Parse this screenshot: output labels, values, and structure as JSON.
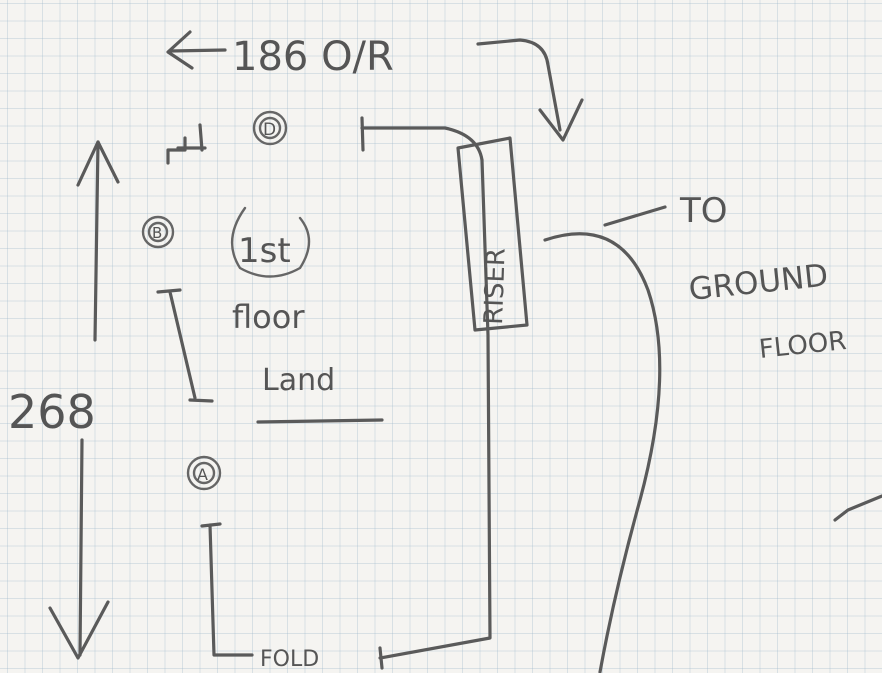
{
  "dimensions": {
    "width_label": "186 O/R",
    "height_label": "268"
  },
  "units": [
    {
      "id": "D",
      "label": "D"
    },
    {
      "id": "B",
      "label": "B"
    },
    {
      "id": "A",
      "label": "A"
    }
  ],
  "landing_label": {
    "line1": "1st",
    "line2": "floor",
    "line3": "Land"
  },
  "riser_label": "RISER",
  "connection_label": {
    "line1": "TO",
    "line2": "GROUND",
    "line3": "FLOOR"
  },
  "fold_label": "FOLD"
}
